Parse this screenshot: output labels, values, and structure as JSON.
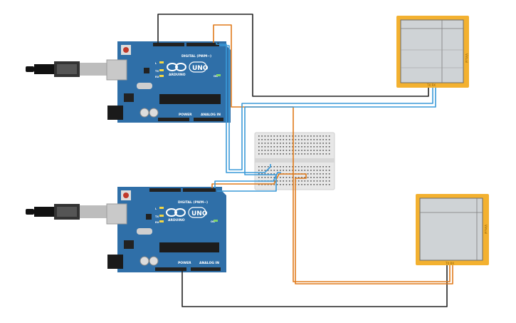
{
  "boards": [
    {
      "logo": "UNO",
      "brand": "ARDUINO",
      "digital": "DIGITAL (PWM~)",
      "power": "POWER",
      "analog": "ANALOG IN",
      "led_on": "ON",
      "led_tx": "TX",
      "led_rx": "RX",
      "led_l": "L"
    },
    {
      "logo": "UNO",
      "brand": "ARDUINO",
      "digital": "DIGITAL (PWM~)",
      "power": "POWER",
      "analog": "ANALOG IN",
      "led_on": "ON",
      "led_tx": "TX",
      "led_rx": "RX",
      "led_l": "L"
    }
  ],
  "displays": [
    {
      "side_label": "Virtual",
      "pin_label": "TX RX"
    },
    {
      "side_label": "Virtual",
      "pin_label": "TX RX"
    }
  ],
  "colors": {
    "board": "#2f6fa8",
    "board_dark": "#1d4f7c",
    "wire_orange": "#e07a1a",
    "wire_blue": "#3a9ad9",
    "wire_black": "#222222",
    "terminal_frame": "#f3b130",
    "breadboard": "#e7e7e7"
  }
}
